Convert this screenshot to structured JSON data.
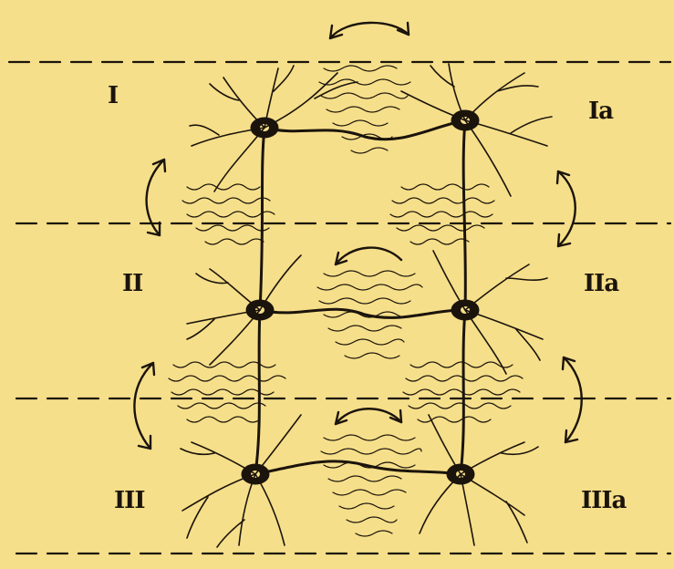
{
  "labels": {
    "row1_left": "I",
    "row1_right": "Ia",
    "row2_left": "II",
    "row2_right": "IIa",
    "row3_left": "III",
    "row3_right": "IIIa"
  },
  "colors": {
    "background": "#f6df8a",
    "ink": "#1b140c"
  },
  "icons": [
    "neuron-cell",
    "dendrite-branches",
    "curved-double-arrow",
    "dashed-divider"
  ]
}
